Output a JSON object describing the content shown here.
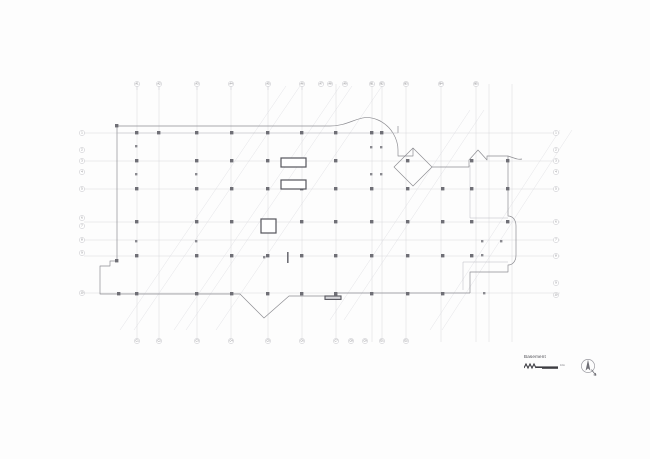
{
  "drawing": {
    "title": "Basement",
    "type": "architectural-floor-plan",
    "sheet_background": "#fdfdfd",
    "line_color": "#8d8d92",
    "grid_color": "#d8d8dc",
    "column_color": "#6f6f76"
  },
  "legend": {
    "label": "Basement",
    "scale_label": "10m",
    "north_label": "N"
  },
  "grid": {
    "top_labels": [
      "A1",
      "A2",
      "A3",
      "A4",
      "A5",
      "A6",
      "A7",
      "A8",
      "A9",
      "B1",
      "B2",
      "B3",
      "B4",
      "B5"
    ],
    "bottom_labels": [
      "C1",
      "C2",
      "C3",
      "C4",
      "C5",
      "C6",
      "C7",
      "C8",
      "C9",
      "D1",
      "D2"
    ],
    "left_labels": [
      "1",
      "2",
      "3",
      "4",
      "5",
      "6",
      "7",
      "8",
      "9",
      "10"
    ],
    "right_labels": [
      "1",
      "2",
      "3",
      "4",
      "5",
      "6",
      "7",
      "8",
      "9",
      "10"
    ]
  },
  "features": {
    "shaft_upper": "stair-shaft",
    "shaft_lower": "stair-shaft",
    "shaft_square": "elevator-core",
    "bottom_strip": "ramp-marker",
    "notch_bottom_left": "stepped-recess",
    "notch_top_right": "angled-recess",
    "curve_top": "curved-wall",
    "curve_right": "rounded-bay"
  }
}
